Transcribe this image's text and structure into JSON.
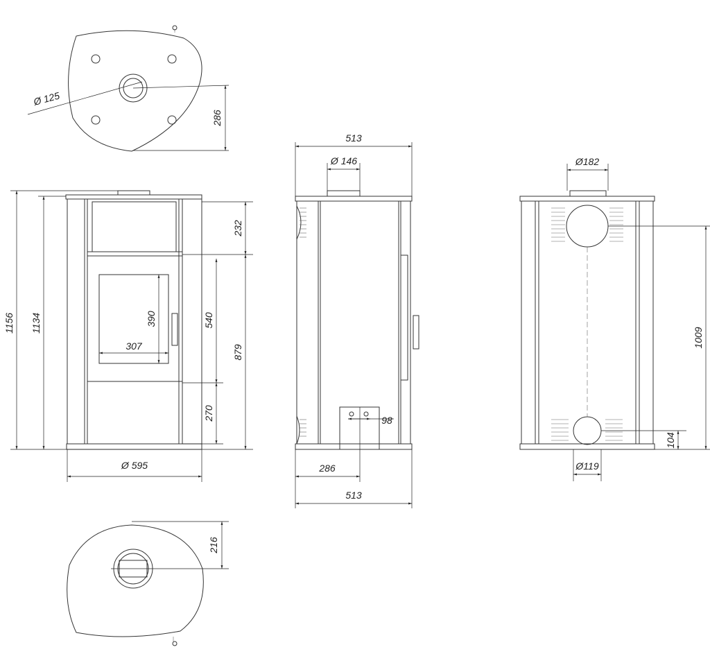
{
  "dimensions": {
    "top_view": {
      "flue_diameter": "Ø 125",
      "flue_offset": "286"
    },
    "front_view": {
      "total_height": "1156",
      "body_height": "1134",
      "upper_panel": "232",
      "door_height": "540",
      "lower_height": "879",
      "glass_height": "390",
      "glass_width": "307",
      "bottom_panel": "270",
      "diameter": "Ø 595"
    },
    "side_view": {
      "width_top": "513",
      "flue_diameter": "Ø 146",
      "air_inlet_offset": "98",
      "flue_depth": "286",
      "width_bottom": "513"
    },
    "back_view": {
      "top_outlet_diameter": "Ø182",
      "outlet_height": "1009",
      "inlet_height": "104",
      "inlet_diameter": "Ø119"
    },
    "bottom_view": {
      "inlet_offset": "216"
    }
  },
  "colors": {
    "line": "#333333",
    "background": "#ffffff"
  }
}
